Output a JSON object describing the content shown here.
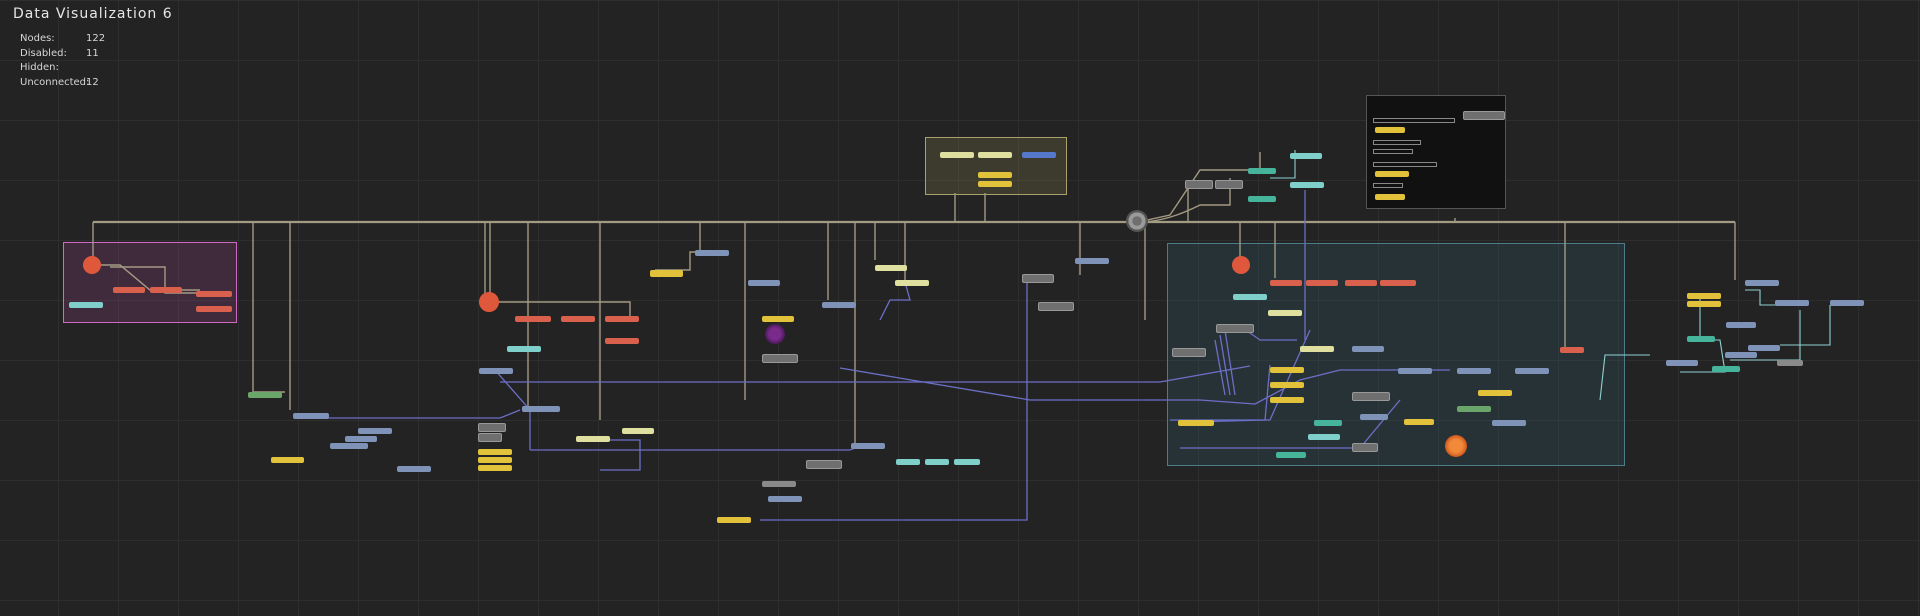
{
  "header": {
    "title": "Data   Visualization   6"
  },
  "stats": {
    "nodes_label": "Nodes:",
    "nodes_value": "122",
    "disabled_label": "Disabled:",
    "disabled_value": "11",
    "hidden_label": "Hidden:",
    "hidden_value": "",
    "unconnected_label": "Unconnected:",
    "unconnected_value": "12"
  },
  "colors": {
    "background": "#232323",
    "grid": "#2e2e2e",
    "wire_main": "#a39a83",
    "wire_blue": "#6d6fc7",
    "wire_teal": "#8fd2d0",
    "group_pink_border": "#d06ac2",
    "group_olive_border": "#a8a26a",
    "group_teal_border": "#4b7c8a"
  },
  "icons": {
    "hub": "gear-hub-icon",
    "orb_red": "red-orb-node-icon",
    "orb_purple": "purple-orb-node-icon",
    "orb_orange": "orange-orb-node-icon"
  }
}
